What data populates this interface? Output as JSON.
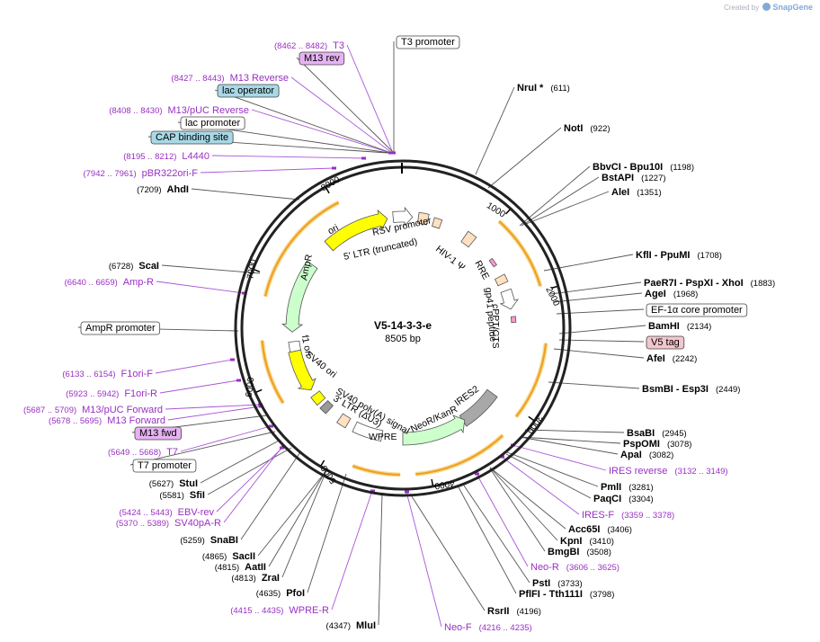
{
  "credit": {
    "prefix": "Created by",
    "brand": "SnapGene"
  },
  "plasmid": {
    "name": "V5-14-3-3-e",
    "length_label": "8505 bp",
    "length": 8505
  },
  "colors": {
    "primer": "#9a2fc4",
    "primer_line": "#a855d8",
    "enzyme_line": "#555555",
    "backbone": "#222222",
    "feature_promoter": "#ffffff",
    "feature_ori": "#ffff00",
    "feature_marker": "#ccffcc",
    "feature_misc": "#ffe0c0",
    "feature_ires": "#a8a8a8",
    "feature_tag": "#ff99cc",
    "orf": "#f0a020",
    "box_misc": "#ffffff",
    "box_lac": "#a8d8e6",
    "box_m13": "#e6b3f2",
    "box_tag": "#f2c6cc"
  },
  "ticks": [
    "1000",
    "2000",
    "3000",
    "4000",
    "5000",
    "6000",
    "7000",
    "8000"
  ],
  "labels": [
    {
      "kind": "primer",
      "name": "T3",
      "pos": "(8462 .. 8482)"
    },
    {
      "kind": "box",
      "name": "M13 rev",
      "color": "m13"
    },
    {
      "kind": "box",
      "name": "T3 promoter",
      "color": "misc"
    },
    {
      "kind": "primer",
      "name": "M13 Reverse",
      "pos": "(8427 .. 8443)"
    },
    {
      "kind": "box",
      "name": "lac operator",
      "color": "lac"
    },
    {
      "kind": "primer",
      "name": "M13/pUC Reverse",
      "pos": "(8408 .. 8430)"
    },
    {
      "kind": "box",
      "name": "lac promoter",
      "color": "misc"
    },
    {
      "kind": "box",
      "name": "CAP binding site",
      "color": "lac"
    },
    {
      "kind": "primer",
      "name": "L4440",
      "pos": "(8195 .. 8212)"
    },
    {
      "kind": "primer",
      "name": "pBR322ori-F",
      "pos": "(7942 .. 7961)"
    },
    {
      "kind": "enzyme",
      "name": "AhdI",
      "pos": "(7209)"
    },
    {
      "kind": "enzyme",
      "name": "ScaI",
      "pos": "(6728)"
    },
    {
      "kind": "primer",
      "name": "Amp-R",
      "pos": "(6640 .. 6659)"
    },
    {
      "kind": "box",
      "name": "AmpR promoter",
      "color": "misc"
    },
    {
      "kind": "primer",
      "name": "F1ori-F",
      "pos": "(6133 .. 6154)"
    },
    {
      "kind": "primer",
      "name": "F1ori-R",
      "pos": "(5923 .. 5942)"
    },
    {
      "kind": "primer",
      "name": "M13/pUC Forward",
      "pos": "(5687 .. 5709)"
    },
    {
      "kind": "primer",
      "name": "M13 Forward",
      "pos": "(5678 .. 5695)"
    },
    {
      "kind": "box",
      "name": "M13 fwd",
      "color": "m13"
    },
    {
      "kind": "primer",
      "name": "T7",
      "pos": "(5649 .. 5668)"
    },
    {
      "kind": "box",
      "name": "T7 promoter",
      "color": "misc"
    },
    {
      "kind": "enzyme",
      "name": "StuI",
      "pos": "(5627)"
    },
    {
      "kind": "enzyme",
      "name": "SfiI",
      "pos": "(5581)"
    },
    {
      "kind": "primer",
      "name": "EBV-rev",
      "pos": "(5424 .. 5443)"
    },
    {
      "kind": "primer",
      "name": "SV40pA-R",
      "pos": "(5370 .. 5389)"
    },
    {
      "kind": "enzyme",
      "name": "SnaBI",
      "pos": "(5259)"
    },
    {
      "kind": "enzyme",
      "name": "SacII",
      "pos": "(4865)"
    },
    {
      "kind": "enzyme",
      "name": "AatII",
      "pos": "(4815)"
    },
    {
      "kind": "enzyme",
      "name": "ZraI",
      "pos": "(4813)"
    },
    {
      "kind": "enzyme",
      "name": "PfoI",
      "pos": "(4635)"
    },
    {
      "kind": "primer",
      "name": "WPRE-R",
      "pos": "(4415 .. 4435)"
    },
    {
      "kind": "enzyme",
      "name": "MluI",
      "pos": "(4347)"
    },
    {
      "kind": "primer",
      "name": "Neo-F",
      "pos": "(4216 .. 4235)"
    },
    {
      "kind": "enzyme",
      "name": "RsrII",
      "pos": "(4196)"
    },
    {
      "kind": "enzyme",
      "name": "PflFI - Tth111I",
      "pos": "(3798)"
    },
    {
      "kind": "enzyme",
      "name": "PstI",
      "pos": "(3733)"
    },
    {
      "kind": "primer",
      "name": "Neo-R",
      "pos": "(3606 .. 3625)"
    },
    {
      "kind": "enzyme",
      "name": "BmgBI",
      "pos": "(3508)"
    },
    {
      "kind": "enzyme",
      "name": "KpnI",
      "pos": "(3410)"
    },
    {
      "kind": "enzyme",
      "name": "Acc65I",
      "pos": "(3406)"
    },
    {
      "kind": "primer",
      "name": "IRES-F",
      "pos": "(3359 .. 3378)"
    },
    {
      "kind": "enzyme",
      "name": "PaqCI",
      "pos": "(3304)"
    },
    {
      "kind": "enzyme",
      "name": "PmlI",
      "pos": "(3281)"
    },
    {
      "kind": "primer",
      "name": "IRES reverse",
      "pos": "(3132 .. 3149)"
    },
    {
      "kind": "enzyme",
      "name": "ApaI",
      "pos": "(3082)"
    },
    {
      "kind": "enzyme",
      "name": "PspOMI",
      "pos": "(3078)"
    },
    {
      "kind": "enzyme",
      "name": "BsaBI",
      "pos": "(2945)"
    },
    {
      "kind": "enzyme",
      "name": "BsmBI - Esp3I",
      "pos": "(2449)"
    },
    {
      "kind": "enzyme",
      "name": "AfeI",
      "pos": "(2242)"
    },
    {
      "kind": "box",
      "name": "V5 tag",
      "color": "tag"
    },
    {
      "kind": "enzyme",
      "name": "BamHI",
      "pos": "(2134)"
    },
    {
      "kind": "box",
      "name": "EF-1α core promoter",
      "color": "misc"
    },
    {
      "kind": "enzyme",
      "name": "AgeI",
      "pos": "(1968)"
    },
    {
      "kind": "enzyme",
      "name": "PaeR7I - PspXI - XhoI",
      "pos": "(1883)"
    },
    {
      "kind": "enzyme",
      "name": "KflI - PpuMI",
      "pos": "(1708)"
    },
    {
      "kind": "enzyme",
      "name": "AleI",
      "pos": "(1351)"
    },
    {
      "kind": "enzyme",
      "name": "BstAPI",
      "pos": "(1227)"
    },
    {
      "kind": "enzyme",
      "name": "BbvCI - Bpu10I",
      "pos": "(1198)"
    },
    {
      "kind": "enzyme",
      "name": "NotI",
      "pos": "(922)"
    },
    {
      "kind": "enzyme",
      "name": "NruI *",
      "pos": "(611)"
    }
  ],
  "features": [
    {
      "name": "RSV promoter",
      "type": "promoter"
    },
    {
      "name": "5' LTR (truncated)",
      "type": "misc"
    },
    {
      "name": "HIV-1 Ψ",
      "type": "misc"
    },
    {
      "name": "RRE",
      "type": "misc"
    },
    {
      "name": "gp41 peptide",
      "type": "misc"
    },
    {
      "name": "cPPT/CTS",
      "type": "misc"
    },
    {
      "name": "IRES2",
      "type": "ires"
    },
    {
      "name": "NeoR/KanR",
      "type": "marker"
    },
    {
      "name": "WPRE",
      "type": "promoter"
    },
    {
      "name": "3' LTR (ΔU3)",
      "type": "misc"
    },
    {
      "name": "SV40 poly(A) signal",
      "type": "misc"
    },
    {
      "name": "SV40 ori",
      "type": "misc"
    },
    {
      "name": "f1 ori",
      "type": "ori"
    },
    {
      "name": "AmpR",
      "type": "marker"
    },
    {
      "name": "ori",
      "type": "ori"
    }
  ]
}
